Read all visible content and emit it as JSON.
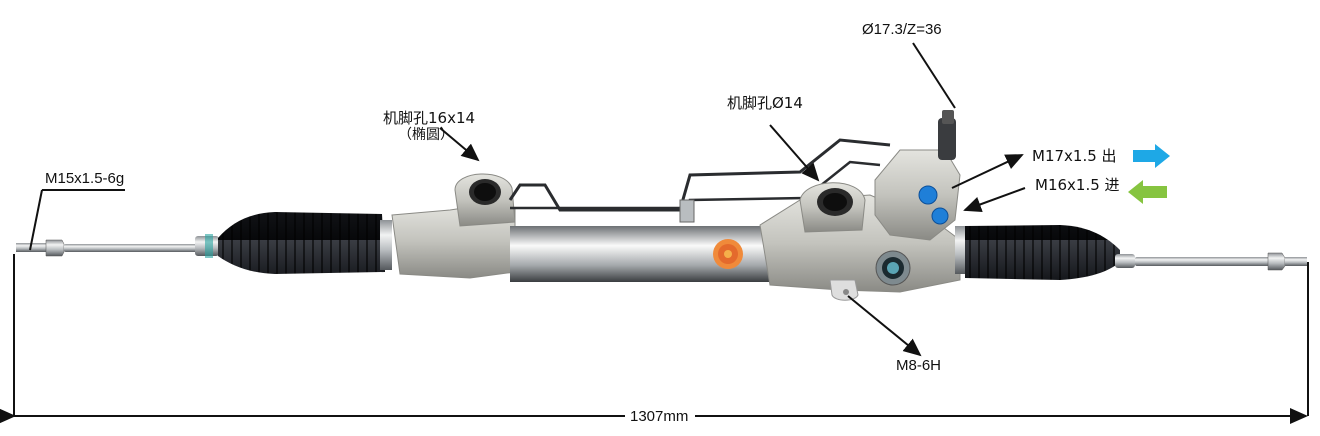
{
  "title": "Steering rack dimension diagram",
  "annotations": {
    "pinion": "Ø17.3/Z=36",
    "outlet_port": "M17x1.5 出",
    "inlet_port": "M16x1.5 进",
    "mount_hole_left_line1": "机脚孔16x14",
    "mount_hole_left_line2": "（椭圆）",
    "mount_hole_right": "机脚孔Ø14",
    "tie_rod_thread": "M15x1.5-6g",
    "bracket_thread": "M8-6H",
    "overall_length": "1307mm"
  },
  "arrows": {
    "outlet_color": "#1ea8e6",
    "inlet_color": "#86c440"
  },
  "colors": {
    "housing": "#c9c9c4",
    "boot": "#1b1d22",
    "tube": "#b8bcbf",
    "port_cap": "#1f7fd8",
    "logo": "#f08a3a"
  }
}
